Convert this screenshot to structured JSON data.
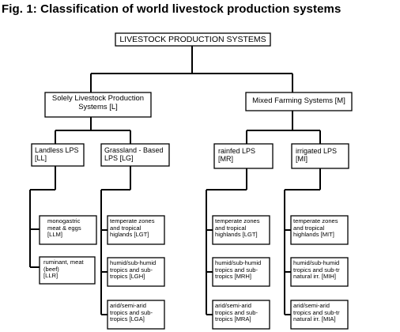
{
  "figure": {
    "title": "Fig. 1: Classification of world livestock production systems"
  },
  "nodes": {
    "root": "LIVESTOCK PRODUCTION SYSTEMS",
    "solely": "Solely Livestock Production\nSystems [L]",
    "mixed": "Mixed Farming Systems [M]",
    "landless": "Landless LPS\n[LL]",
    "grassland": "Grassland - Based\nLPS [LG]",
    "rainfed": "rainfed LPS\n[MR]",
    "irrigated": "irrigated LPS\n[MI]",
    "ll_mono": "monogastric\nmeat & eggs\n[LLM]",
    "ll_rum": "ruminant, meat\n(beef)\n[LLR]",
    "lg_temp": "temperate zones\nand tropical\nhiglands [LGT]",
    "lg_humid": "humid/sub-humid\ntropics and sub-\ntropics [LGH]",
    "lg_arid": "arid/semi-arid\ntropics and sub-\ntropics [LGA]",
    "mr_temp": "temperate zones\nand tropical\nhighlands [LGT]",
    "mr_humid": "humid/sub-humid\ntropics and sub-\ntropics [MRH]",
    "mr_arid": "arid/semi-arid\ntropics and sub-\ntropics [MRA]",
    "mi_temp": "temperate zones\nand tropical\nhighlands [MIT]",
    "mi_humid": "humid/sub-humid\ntropics and sub-tr\nnatural irr. [MIH]",
    "mi_arid": "arid/semi-arid\ntropics and sub-tr\nnatural irr. [MIA]"
  },
  "colors": {
    "line": "#000000",
    "box_fill": "#ffffff",
    "text": "#000000"
  }
}
